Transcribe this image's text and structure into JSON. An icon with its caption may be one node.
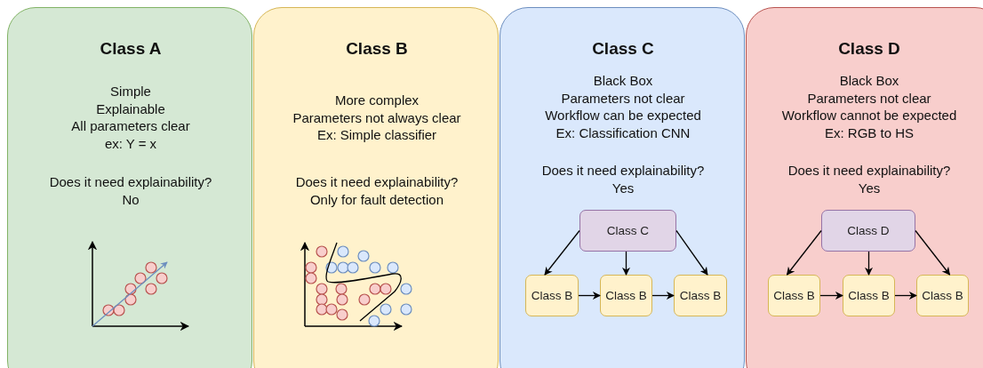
{
  "diagram": {
    "nodes": [
      {
        "text": [
          "Class A",
          "Simple Explainable All parameters clear ex: Y = x",
          "Does it need explainability? No"
        ]
      },
      {
        "text": [
          "Class B",
          "More complex Parameters not always clear Ex: Simple classifier",
          "Does it need explainability? Only for fault detection"
        ]
      },
      {
        "text": [
          "Class C",
          "Black Box Parameters not clear Workflow can be expected Ex: Classification CNN",
          "Does it need explainability? Yes"
        ]
      },
      {
        "text": [
          "Class C"
        ],
        "in": 2
      },
      {
        "text": [
          "Class B"
        ],
        "in": 2
      },
      {
        "text": [
          "Class B"
        ],
        "in": 2
      },
      {
        "text": [
          "Class B"
        ],
        "in": 2
      },
      {
        "text": [
          "Class D",
          "Black Box Parameters not clear Workflow cannot be expected Ex: RGB to HS",
          "Does it need explainability? Yes"
        ]
      },
      {
        "text": [
          "Class D"
        ],
        "in": 7
      },
      {
        "text": [
          "Class B"
        ],
        "in": 7
      },
      {
        "text": [
          "Class B"
        ],
        "in": 7
      },
      {
        "text": [
          "Class B"
        ],
        "in": 7
      }
    ],
    "edges": [
      {
        "from": 3,
        "to": 4,
        "arrow": "to"
      },
      {
        "from": 3,
        "to": 5,
        "arrow": "to"
      },
      {
        "from": 3,
        "to": 6,
        "arrow": "to"
      },
      {
        "from": 4,
        "to": 5,
        "arrow": "to"
      },
      {
        "from": 5,
        "to": 6,
        "arrow": "to"
      },
      {
        "from": 8,
        "to": 9,
        "arrow": "to"
      },
      {
        "from": 8,
        "to": 10,
        "arrow": "to"
      },
      {
        "from": 8,
        "to": 11,
        "arrow": "to"
      },
      {
        "from": 9,
        "to": 10,
        "arrow": "to"
      },
      {
        "from": 10,
        "to": 11,
        "arrow": "to"
      }
    ]
  }
}
